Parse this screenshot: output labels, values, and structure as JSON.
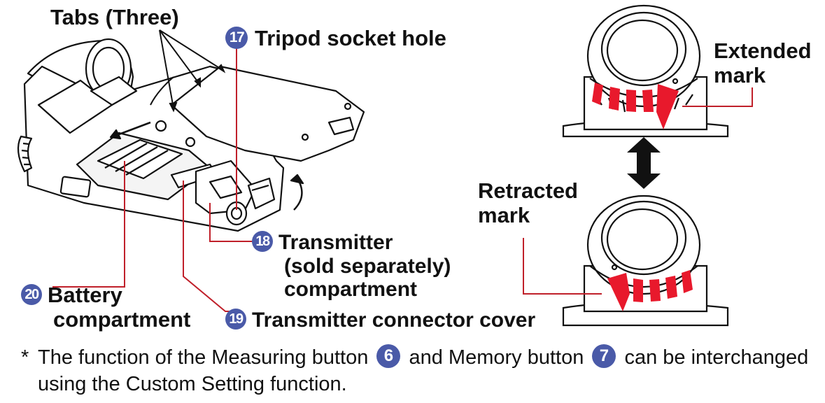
{
  "labels": {
    "tabs": "Tabs (Three)",
    "tripod": {
      "num": "17",
      "text": "Tripod socket hole"
    },
    "transmitter_compartment": {
      "num": "18",
      "line1": "Transmitter",
      "line2": "(sold separately)",
      "line3": "compartment"
    },
    "connector_cover": {
      "num": "19",
      "text": "Transmitter connector cover"
    },
    "battery": {
      "num": "20",
      "line1": "Battery",
      "line2": "compartment"
    },
    "extended": {
      "line1": "Extended",
      "line2": "mark"
    },
    "retracted": {
      "line1": "Retracted",
      "line2": "mark"
    }
  },
  "footnote": {
    "star": "*",
    "part1": "The function of the Measuring button",
    "num1": "6",
    "part2": "and Memory button",
    "num2": "7",
    "part3": "can be interchanged using the Custom Setting function."
  },
  "colors": {
    "callout_badge": "#4a5aa8",
    "arrow_red": "#e8192c",
    "line_red": "#c0202a"
  },
  "icons": [
    "double-arrow-icon",
    "rotation-arrow-icon"
  ]
}
